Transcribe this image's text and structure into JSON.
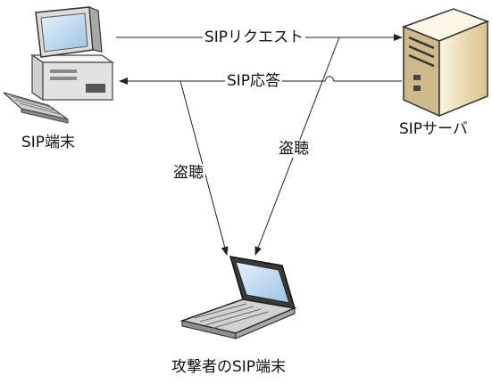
{
  "nodes": {
    "sip_terminal": {
      "label": "SIP端末"
    },
    "sip_server": {
      "label": "SIPサーバ"
    },
    "attacker_terminal": {
      "label": "攻撃者のSIP端末"
    }
  },
  "edges": {
    "sip_request": {
      "label": "SIPリクエスト"
    },
    "sip_response": {
      "label": "SIP応答"
    },
    "eavesdrop_left": {
      "label": "盗聴"
    },
    "eavesdrop_right": {
      "label": "盗聴"
    }
  },
  "colors": {
    "line": "#222222",
    "background": "#ffffff",
    "screen": "#b8d4ee",
    "case_light": "#e8e8e8",
    "case_dark": "#6a6a6a",
    "server_body": "#efe3c2"
  }
}
